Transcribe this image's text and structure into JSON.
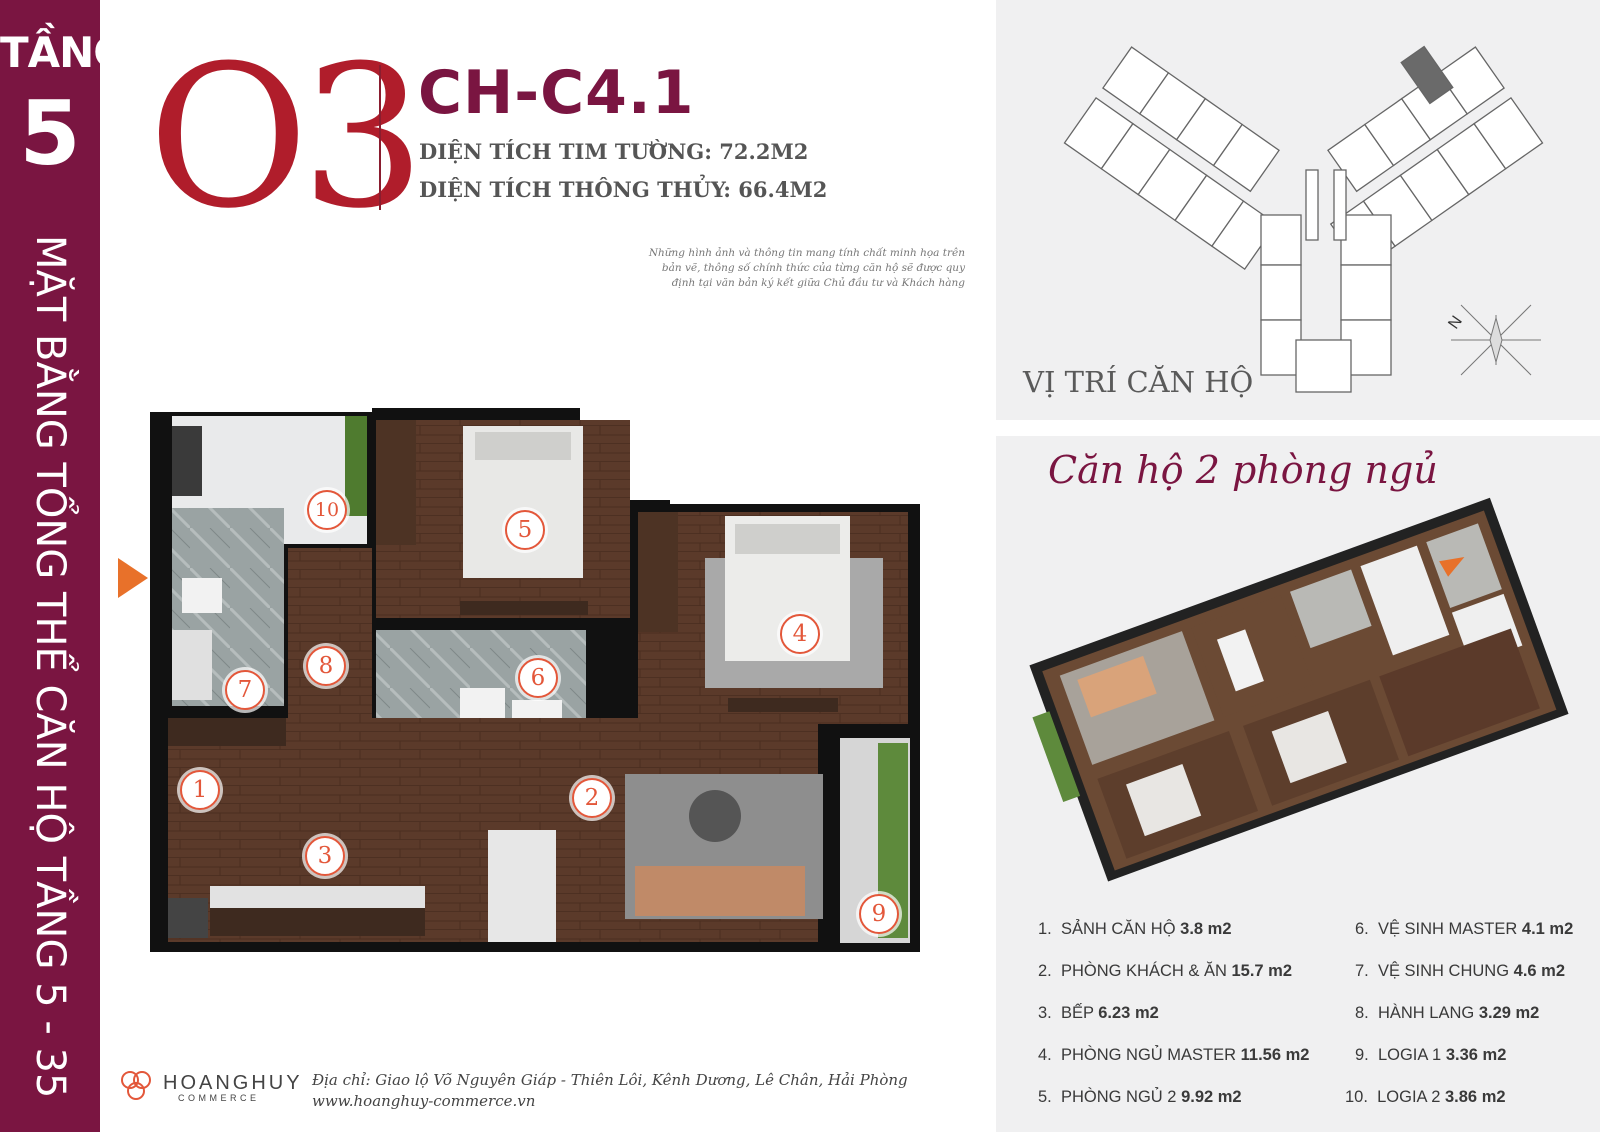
{
  "side": {
    "floor_word": "TẦNG",
    "floor_number": "5",
    "vertical_title": "MẶT BẰNG TỔNG THỂ CĂN HỘ TẦNG 5 - 35"
  },
  "header": {
    "unit_number": "O3",
    "unit_code": "CH-C4.1",
    "area_wall": "DIỆN TÍCH TIM TƯỜNG: 72.2M2",
    "area_clear": "DIỆN TÍCH THÔNG THỦY: 66.4M2",
    "disclaimer": [
      "Những hình ảnh và thông tin mang tính chất minh họa trên",
      "bản vẽ,  thông số chính thức của từng căn hộ sẽ được quy",
      "định tại văn bản ký kết giữa Chủ đầu tư và Khách hàng"
    ]
  },
  "location": {
    "label": "VỊ TRÍ CĂN HỘ",
    "compass_letter": "N"
  },
  "apartment": {
    "type_title": "Căn hộ 2 phòng ngủ"
  },
  "plan_markers": [
    "1",
    "2",
    "3",
    "4",
    "5",
    "6",
    "7",
    "8",
    "9",
    "10"
  ],
  "legend": [
    {
      "num": "1.",
      "name": "SẢNH CĂN HỘ",
      "area": "3.8 m2"
    },
    {
      "num": "2.",
      "name": "PHÒNG KHÁCH & ĂN",
      "area": "15.7 m2"
    },
    {
      "num": "3.",
      "name": "BẾP",
      "area": "6.23 m2"
    },
    {
      "num": "4.",
      "name": "PHÒNG NGỦ MASTER",
      "area": "11.56 m2"
    },
    {
      "num": "5.",
      "name": "PHÒNG NGỦ 2",
      "area": "9.92 m2"
    },
    {
      "num": "6.",
      "name": "VỆ SINH MASTER",
      "area": "4.1 m2"
    },
    {
      "num": "7.",
      "name": "VỆ SINH CHUNG",
      "area": "4.6 m2"
    },
    {
      "num": "8.",
      "name": "HÀNH LANG",
      "area": "3.29 m2"
    },
    {
      "num": "9.",
      "name": "LOGIA 1",
      "area": "3.36 m2"
    },
    {
      "num": "10.",
      "name": "LOGIA 2",
      "area": "3.86 m2"
    }
  ],
  "footer": {
    "brand": "HOANGHUY",
    "brand_sub": "COMMERCE",
    "address": "Địa chỉ: Giao lộ Võ Nguyên Giáp - Thiên Lôi, Kênh Dương, Lê Chân, Hải Phòng",
    "website": "www.hoanghuy-commerce.vn"
  },
  "colors": {
    "brand_maroon": "#7a1541",
    "accent_red": "#b01d2b",
    "marker_orange": "#e3573a",
    "arrow_orange": "#e8712a",
    "wood_floor": "#5b3a2a"
  }
}
